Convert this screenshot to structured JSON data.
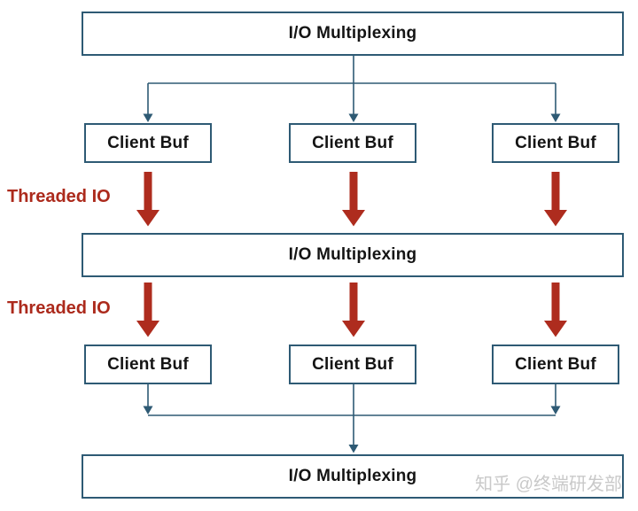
{
  "colors": {
    "background": "#ffffff",
    "box_border": "#2e5a74",
    "connector": "#2e5a74",
    "red_arrow": "#ae2c1e",
    "threaded_label": "#ac2a1c",
    "box_text": "#141414",
    "watermark": "#c9c9c9"
  },
  "diagram": {
    "top_box": {
      "label": "I/O Multiplexing"
    },
    "middle_box": {
      "label": "I/O Multiplexing"
    },
    "bottom_box": {
      "label": "I/O Multiplexing"
    },
    "row1_boxes": [
      {
        "label": "Client Buf"
      },
      {
        "label": "Client Buf"
      },
      {
        "label": "Client Buf"
      }
    ],
    "row2_boxes": [
      {
        "label": "Client Buf"
      },
      {
        "label": "Client Buf"
      },
      {
        "label": "Client Buf"
      }
    ],
    "labels": {
      "threaded_io_1": "Threaded IO",
      "threaded_io_2": "Threaded IO"
    },
    "watermark": {
      "text": "知乎 @终端研发部"
    }
  }
}
